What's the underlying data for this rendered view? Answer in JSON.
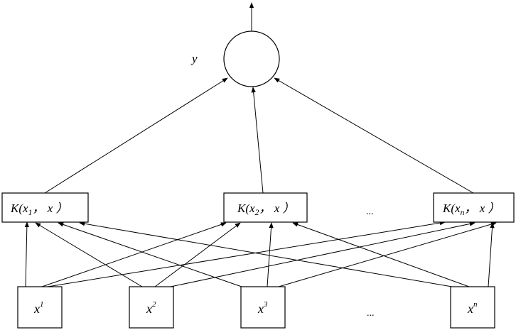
{
  "output": {
    "label": "y"
  },
  "kernel_nodes": [
    {
      "prefix": "K(x",
      "sub": "1",
      "suffix": "， x ）"
    },
    {
      "prefix": "K(x",
      "sub": "2",
      "suffix": "， x ）"
    },
    {
      "prefix": "K(x",
      "sub": "n",
      "suffix": "， x ）"
    }
  ],
  "kernel_ellipsis": "...",
  "inputs": [
    {
      "base": "x",
      "sup": "1"
    },
    {
      "base": "x",
      "sup": "2"
    },
    {
      "base": "x",
      "sup": "3"
    },
    {
      "base": "x",
      "sup": "n"
    }
  ],
  "input_ellipsis": "..."
}
